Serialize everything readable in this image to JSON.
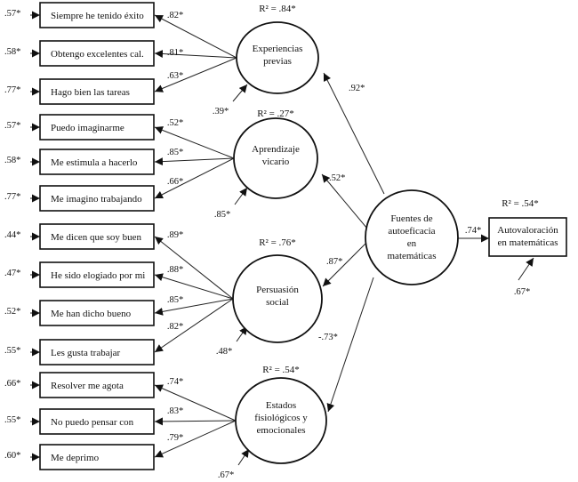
{
  "indicators": [
    {
      "label": "Siempre he tenido éxito",
      "error": ".57*",
      "loading": ".82*",
      "factor": 0
    },
    {
      "label": "Obtengo excelentes cal.",
      "error": ".58*",
      "loading": ".81*",
      "factor": 0
    },
    {
      "label": "Hago bien las tareas",
      "error": ".77*",
      "loading": ".63*",
      "factor": 0
    },
    {
      "label": "Puedo imaginarme",
      "error": ".57*",
      "loading": ".52*",
      "factor": 1
    },
    {
      "label": "Me estimula a hacerlo",
      "error": ".58*",
      "loading": ".85*",
      "factor": 1
    },
    {
      "label": "Me imagino trabajando",
      "error": ".77*",
      "loading": ".66*",
      "factor": 1
    },
    {
      "label": "Me dicen que soy buen",
      "error": ".44*",
      "loading": ".89*",
      "factor": 2
    },
    {
      "label": "He sido elogiado por mi",
      "error": ".47*",
      "loading": ".88*",
      "factor": 2
    },
    {
      "label": "Me han dicho bueno",
      "error": ".52*",
      "loading": ".85*",
      "factor": 2
    },
    {
      "label": "Les gusta trabajar",
      "error": ".55*",
      "loading": ".82*",
      "factor": 2
    },
    {
      "label": "Resolver me agota",
      "error": ".66*",
      "loading": ".74*",
      "factor": 3
    },
    {
      "label": "No puedo pensar con",
      "error": ".55*",
      "loading": ".83*",
      "factor": 3
    },
    {
      "label": "Me deprimo",
      "error": ".60*",
      "loading": ".79*",
      "factor": 3
    }
  ],
  "factors": [
    {
      "lines": [
        "Experiencias",
        "previas"
      ],
      "r2": "R² = .84*",
      "disturbance": ".39*",
      "path_from_general": ".92*"
    },
    {
      "lines": [
        "Aprendizaje",
        "vicario"
      ],
      "r2": "R² = .27*",
      "disturbance": ".85*",
      "path_from_general": ".52*"
    },
    {
      "lines": [
        "Persuasión",
        "social"
      ],
      "r2": "R² = .76*",
      "disturbance": ".48*",
      "path_from_general": ".87*"
    },
    {
      "lines": [
        "Estados",
        "fisiológicos y",
        "emocionales"
      ],
      "r2": "R² = .54*",
      "disturbance": ".67*",
      "path_from_general": "-.73*"
    }
  ],
  "general_factor": {
    "lines": [
      "Fuentes de",
      "autoeficacia",
      "en",
      "matemáticas"
    ]
  },
  "outcome": {
    "lines": [
      "Autovaloración",
      "en matemáticas"
    ],
    "r2": "R² = .54*",
    "disturbance": ".67*",
    "path": ".74*"
  }
}
